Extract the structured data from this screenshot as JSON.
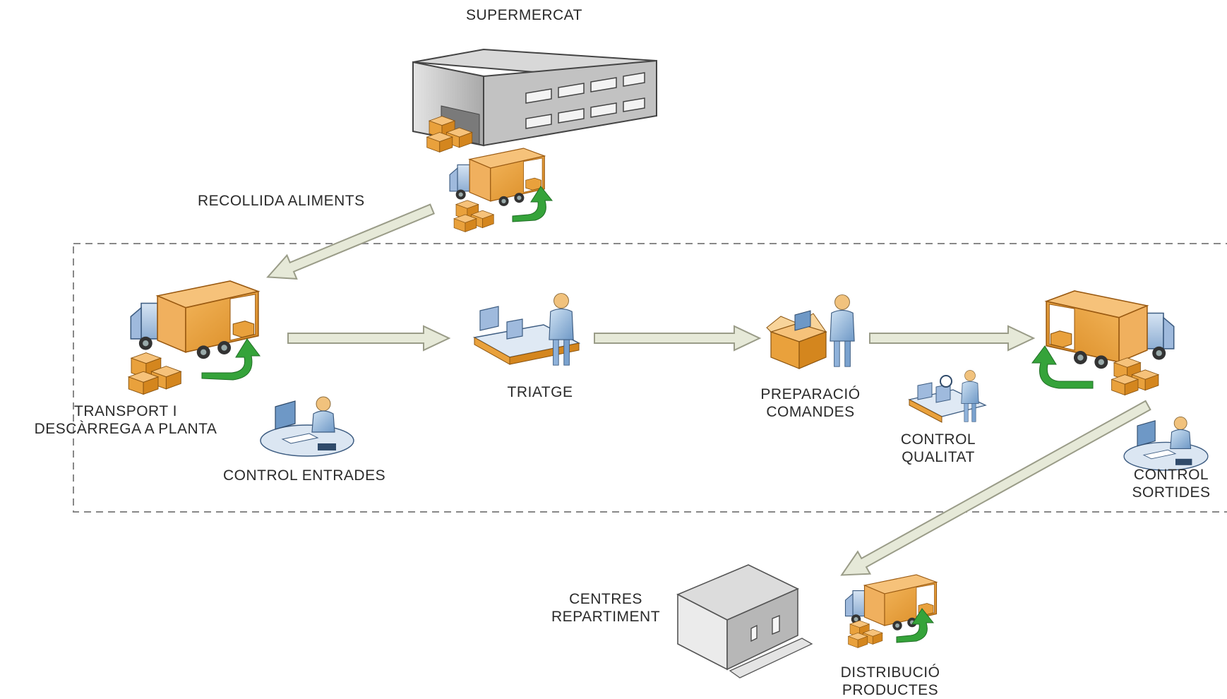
{
  "nodes": {
    "supermarket": {
      "label": "SUPERMERCAT",
      "icon": "warehouse-icon"
    },
    "food_collection": {
      "label": "RECOLLIDA ALIMENTS",
      "icon": "delivery-truck-icon"
    },
    "transport": {
      "line1": "TRANSPORT I",
      "line2": "DESCÀRREGA A PLANTA",
      "icon": "delivery-truck-icon"
    },
    "entry_control": {
      "label": "CONTROL ENTRADES",
      "icon": "workstation-icon"
    },
    "sorting": {
      "label": "TRIATGE",
      "icon": "conveyor-worker-icon"
    },
    "order_prep": {
      "line1": "PREPARACIÓ",
      "line2": "COMANDES",
      "icon": "packing-worker-icon"
    },
    "quality_control": {
      "line1": "CONTROL",
      "line2": "QUALITAT",
      "icon": "inspection-worker-icon"
    },
    "output_control": {
      "line1": "CONTROL",
      "line2": "SORTIDES",
      "icon": "workstation-icon"
    },
    "distribution_centers": {
      "line1": "CENTRES",
      "line2": "REPARTIMENT",
      "icon": "warehouse-icon"
    },
    "product_distribution": {
      "line1": "DISTRIBUCIÓ",
      "line2": "PRODUCTES",
      "icon": "delivery-truck-icon"
    }
  },
  "colors": {
    "arrow_fill": "#e6e9d8",
    "arrow_stroke": "#9a9c88",
    "cargo": "#e9a13c",
    "truck_cab": "#b4cbe6",
    "curved_arrow": "#35a33a",
    "building": "#c9c9c9",
    "dashed_border": "#888888"
  }
}
